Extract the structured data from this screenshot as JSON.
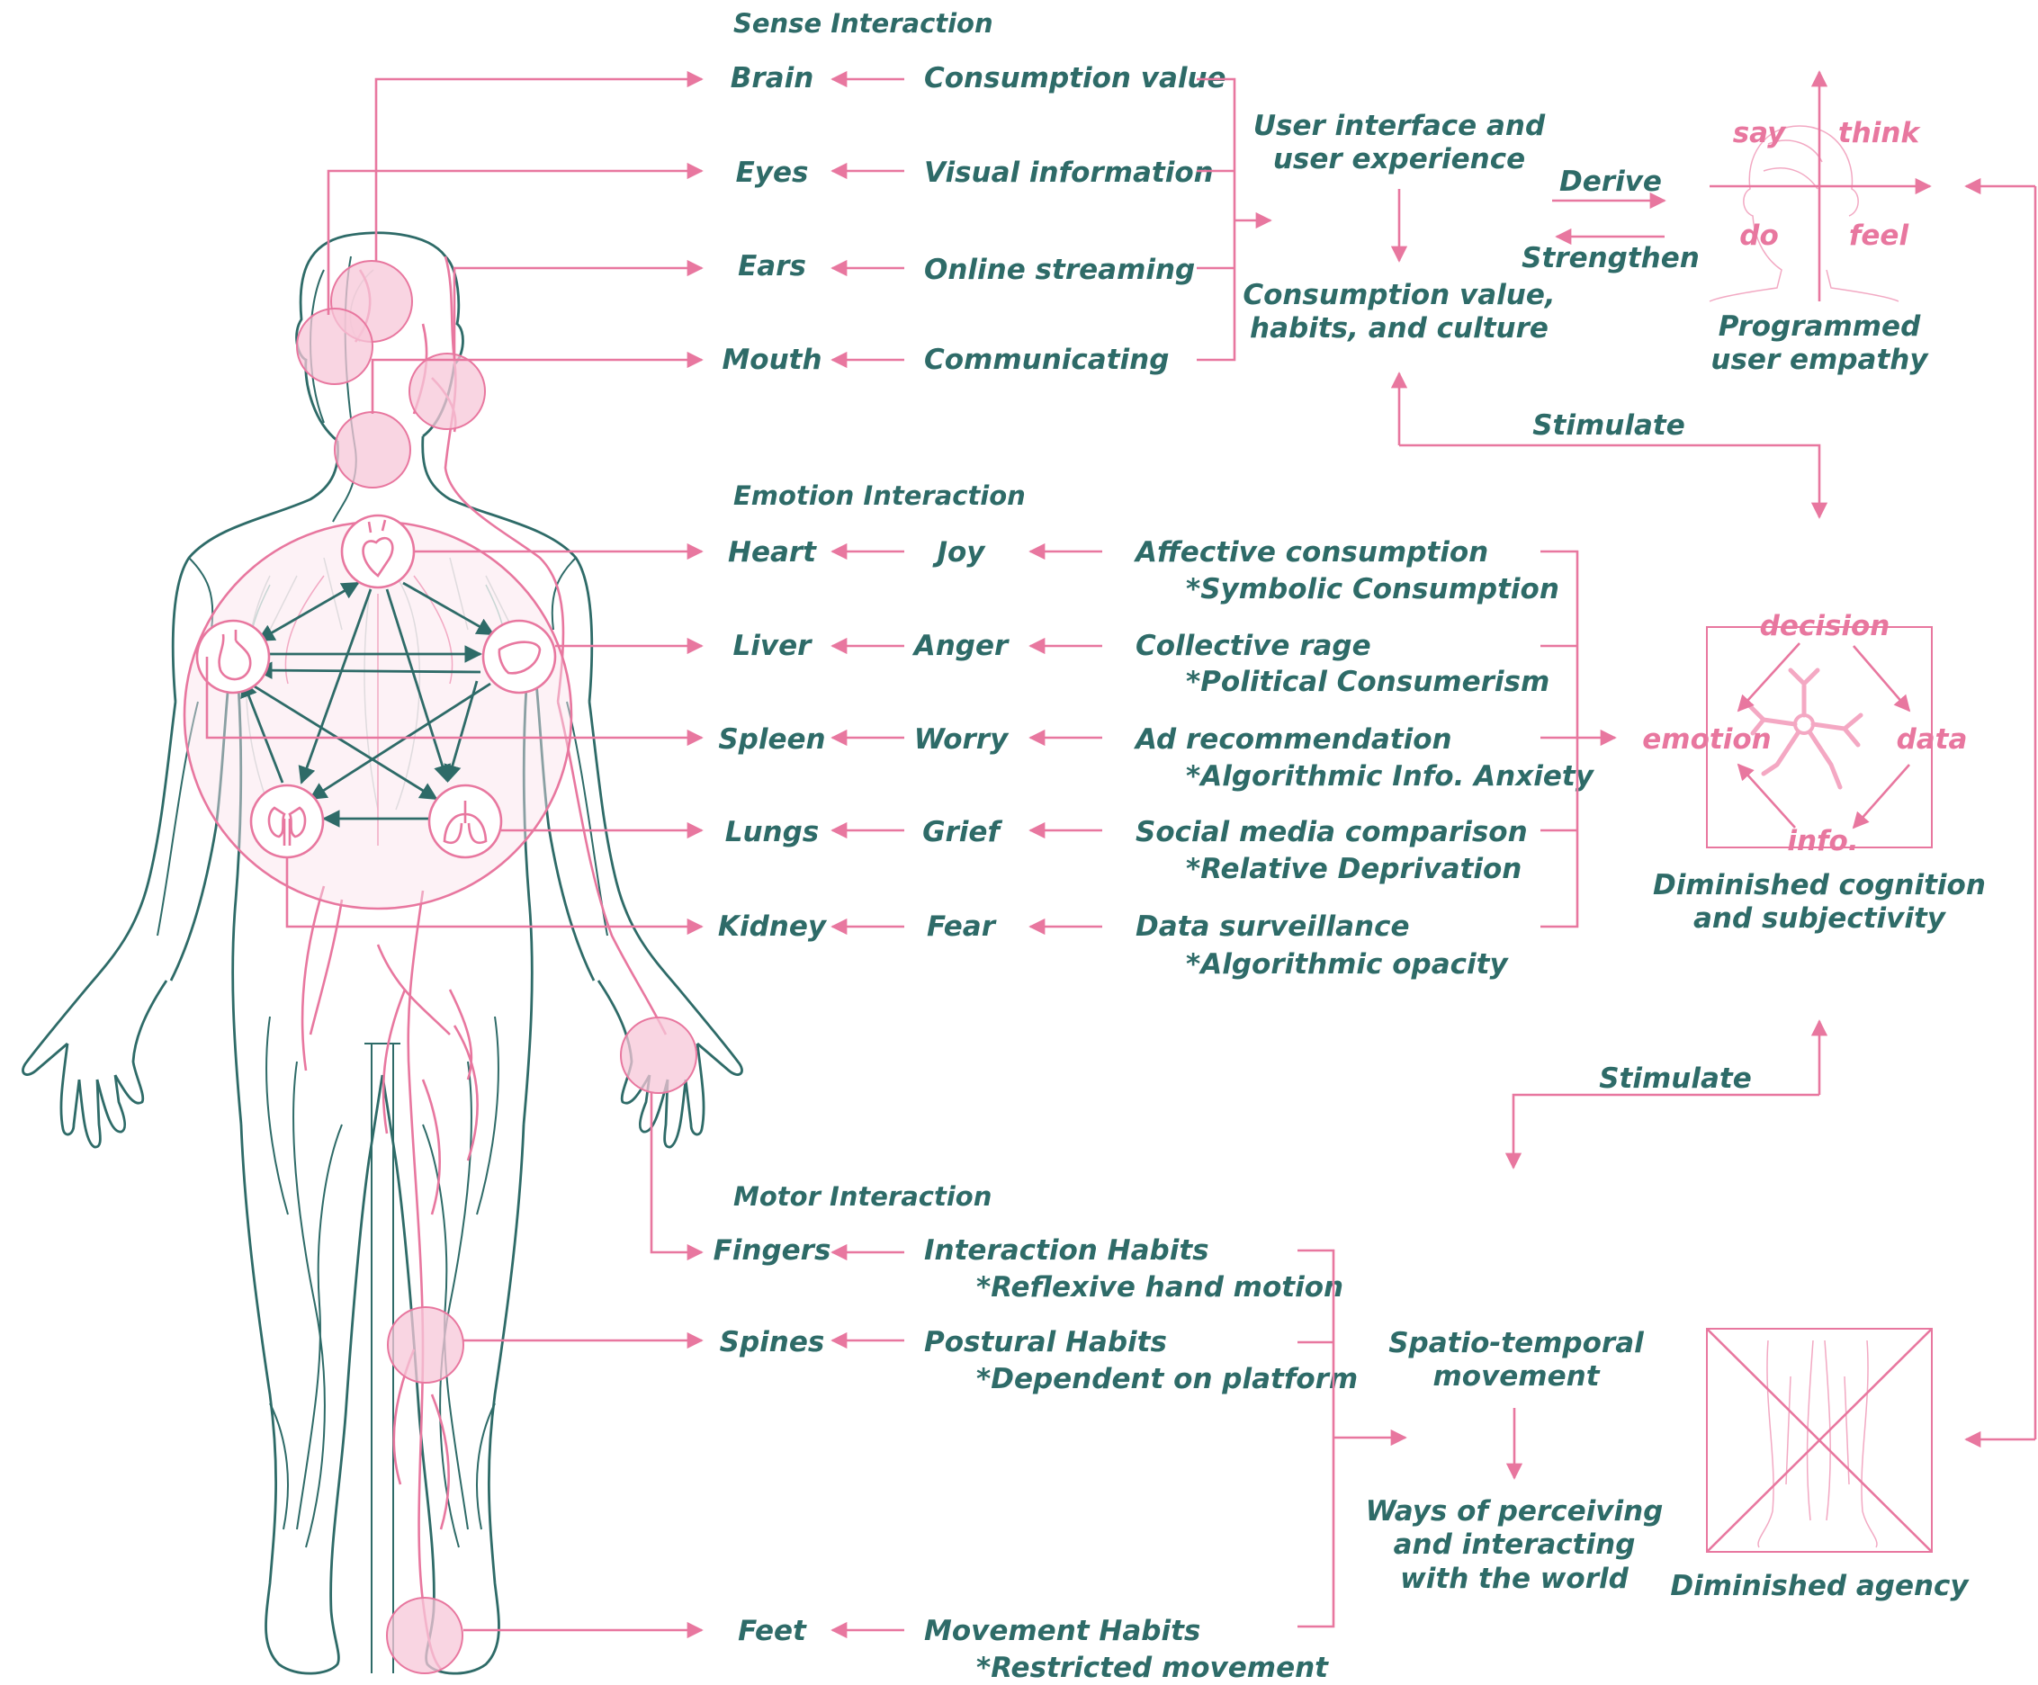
{
  "colors": {
    "teal": "#2e6b68",
    "pink": "#e8779f",
    "pink_fill": "#f7c7d8"
  },
  "sections": {
    "sense": {
      "title": "Sense Interaction",
      "rows": [
        {
          "organ": "Brain",
          "factor": "Consumption value"
        },
        {
          "organ": "Eyes",
          "factor": "Visual information"
        },
        {
          "organ": "Ears",
          "factor": "Online streaming"
        },
        {
          "organ": "Mouth",
          "factor": "Communicating"
        }
      ]
    },
    "emotion": {
      "title": "Emotion Interaction",
      "rows": [
        {
          "organ": "Heart",
          "emotion": "Joy",
          "cause": "Affective consumption",
          "note": "*Symbolic Consumption"
        },
        {
          "organ": "Liver",
          "emotion": "Anger",
          "cause": "Collective rage",
          "note": "*Political Consumerism"
        },
        {
          "organ": "Spleen",
          "emotion": "Worry",
          "cause": "Ad recommendation",
          "note": "*Algorithmic Info. Anxiety"
        },
        {
          "organ": "Lungs",
          "emotion": "Grief",
          "cause": "Social media comparison",
          "note": "*Relative Deprivation"
        },
        {
          "organ": "Kidney",
          "emotion": "Fear",
          "cause": "Data surveillance",
          "note": "*Algorithmic opacity"
        }
      ]
    },
    "motor": {
      "title": "Motor Interaction",
      "rows": [
        {
          "organ": "Fingers",
          "habit": "Interaction Habits",
          "note": "*Reflexive hand motion"
        },
        {
          "organ": "Spines",
          "habit": "Postural Habits",
          "note": "*Dependent on platform"
        },
        {
          "organ": "Feet",
          "habit": "Movement Habits",
          "note": "*Restricted movement"
        }
      ]
    }
  },
  "flow": {
    "ui_ux": [
      "User interface and",
      "user experience"
    ],
    "consumption_culture": [
      "Consumption value,",
      "habits, and culture"
    ],
    "derive": "Derive",
    "strengthen": "Strengthen",
    "empathy_quadrants": {
      "say": "say",
      "think": "think",
      "do": "do",
      "feel": "feel"
    },
    "empathy_caption": [
      "Programmed",
      "user empathy"
    ],
    "stimulate_top": "Stimulate",
    "cognition_labels": {
      "decision": "decision",
      "emotion": "emotion",
      "data": "data",
      "info": "info."
    },
    "cognition_caption": [
      "Diminished cognition",
      "and subjectivity"
    ],
    "stimulate_bottom": "Stimulate",
    "movement": [
      "Spatio-temporal",
      "movement"
    ],
    "perceiving": [
      "Ways of perceiving",
      "and interacting",
      "with the world"
    ],
    "agency_caption": "Diminished agency"
  }
}
